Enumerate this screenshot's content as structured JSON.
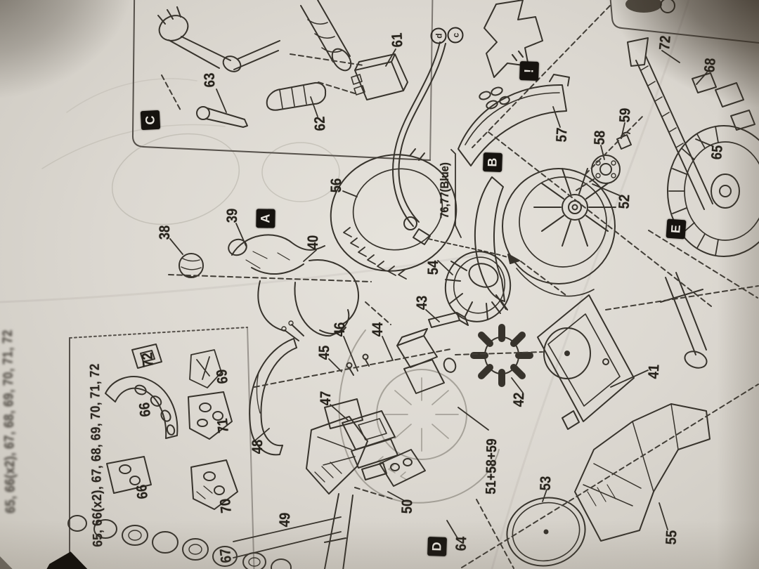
{
  "sheet": {
    "margin_text_inner": "65, 66(x2), 67, 68, 69, 70, 71, 72",
    "margin_text_outer": "65, 66(x2), 67, 68, 69, 70, 71, 72",
    "blue_note": "76,77(Blue)",
    "combo_label": "51+58+59",
    "warning_symbol": "!",
    "circled_letters": [
      {
        "id": "d",
        "label": "d"
      },
      {
        "id": "c",
        "label": "c"
      }
    ],
    "section_markers": [
      {
        "id": "C",
        "label": "C"
      },
      {
        "id": "A",
        "label": "A"
      },
      {
        "id": "B",
        "label": "B"
      },
      {
        "id": "E",
        "label": "E"
      },
      {
        "id": "D",
        "label": "D"
      }
    ],
    "part_labels": [
      {
        "id": "c63",
        "text": "63"
      },
      {
        "id": "c62",
        "text": "62"
      },
      {
        "id": "c61",
        "text": "61"
      },
      {
        "id": "m56",
        "text": "56"
      },
      {
        "id": "m38",
        "text": "38"
      },
      {
        "id": "m39",
        "text": "39"
      },
      {
        "id": "m40",
        "text": "40"
      },
      {
        "id": "m57",
        "text": "57"
      },
      {
        "id": "m58",
        "text": "58"
      },
      {
        "id": "m59",
        "text": "59"
      },
      {
        "id": "tr72",
        "text": "72"
      },
      {
        "id": "tr68",
        "text": "68"
      },
      {
        "id": "m65",
        "text": "65"
      },
      {
        "id": "m52",
        "text": "52"
      },
      {
        "id": "m54",
        "text": "54"
      },
      {
        "id": "m43",
        "text": "43"
      },
      {
        "id": "m44",
        "text": "44"
      },
      {
        "id": "m46",
        "text": "46"
      },
      {
        "id": "m45",
        "text": "45"
      },
      {
        "id": "m47",
        "text": "47"
      },
      {
        "id": "m48",
        "text": "48"
      },
      {
        "id": "m41",
        "text": "41"
      },
      {
        "id": "m42",
        "text": "42"
      },
      {
        "id": "m53",
        "text": "53"
      },
      {
        "id": "m55",
        "text": "55"
      },
      {
        "id": "m64",
        "text": "64"
      },
      {
        "id": "m50",
        "text": "50"
      },
      {
        "id": "m49",
        "text": "49"
      },
      {
        "id": "p72",
        "text": "72"
      },
      {
        "id": "p69",
        "text": "69"
      },
      {
        "id": "p66a",
        "text": "66"
      },
      {
        "id": "p71",
        "text": "71"
      },
      {
        "id": "p66b",
        "text": "66"
      },
      {
        "id": "p70",
        "text": "70"
      },
      {
        "id": "p67",
        "text": "67"
      }
    ],
    "ink_color": "#37332c",
    "paper_color": "#dcd8d1"
  }
}
